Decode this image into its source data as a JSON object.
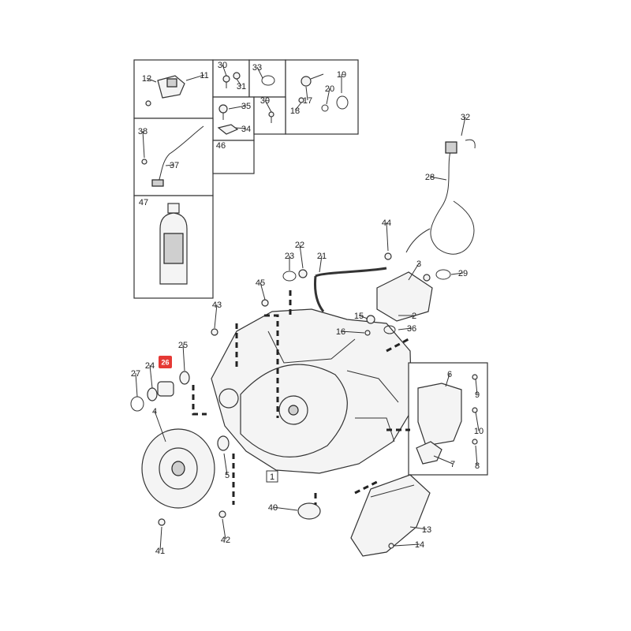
{
  "diagram": {
    "callouts": [
      "1",
      "2",
      "3",
      "4",
      "5",
      "6",
      "7",
      "8",
      "9",
      "10",
      "11",
      "12",
      "13",
      "14",
      "15",
      "16",
      "17",
      "18",
      "19",
      "20",
      "21",
      "22",
      "23",
      "24",
      "25",
      "27",
      "28",
      "29",
      "30",
      "31",
      "32",
      "33",
      "34",
      "35",
      "36",
      "37",
      "38",
      "39",
      "40",
      "41",
      "42",
      "43",
      "44",
      "45",
      "46",
      "47"
    ],
    "highlighted_tag": "26",
    "highlight_color": "#e53935",
    "line_color": "#333333"
  }
}
